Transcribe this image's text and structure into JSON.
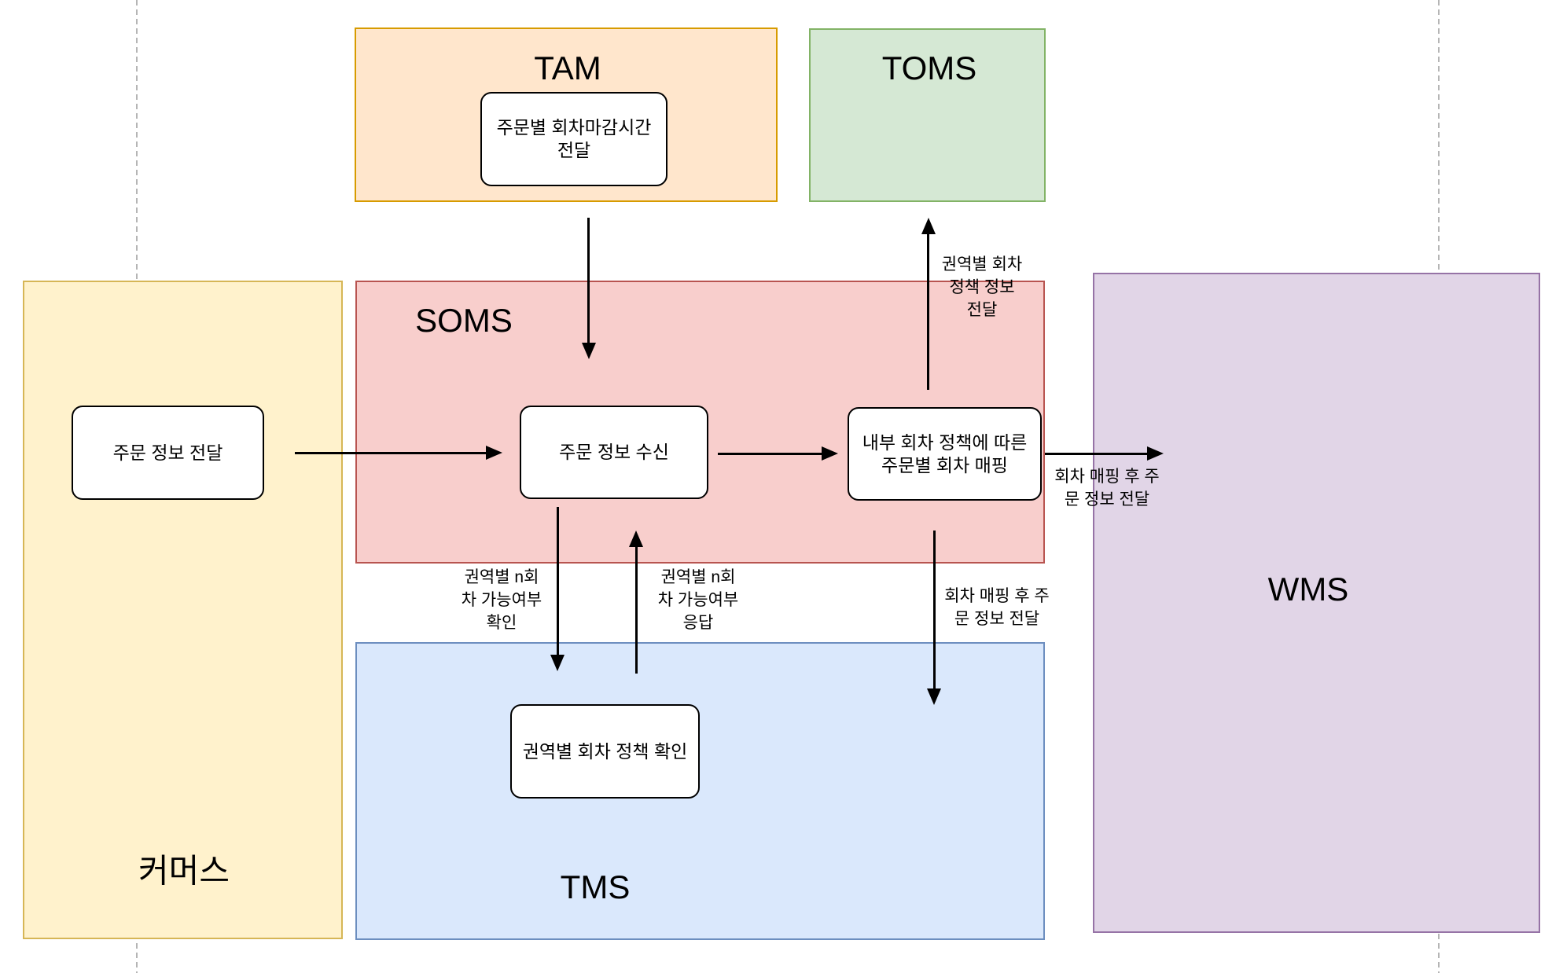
{
  "diagram": {
    "systems": {
      "tam": {
        "label": "TAM"
      },
      "toms": {
        "label": "TOMS"
      },
      "commerce": {
        "label": "커머스"
      },
      "soms": {
        "label": "SOMS"
      },
      "tms": {
        "label": "TMS"
      },
      "wms": {
        "label": "WMS"
      }
    },
    "nodes": {
      "tam_deadline": {
        "label": "주문별 회차마감시간\n전달"
      },
      "commerce_send": {
        "label": "주문 정보 전달"
      },
      "soms_receive": {
        "label": "주문 정보 수신"
      },
      "soms_mapping": {
        "label": "내부 회차 정책에 따른\n주문별 회차 매핑"
      },
      "tms_check_policy": {
        "label": "권역별 회차 정책 확인"
      }
    },
    "edge_labels": {
      "policy_to_toms": "권역별 회차\n정책 정보\n전달",
      "order_to_wms": "회차 매핑 후 주\n문 정보 전달",
      "check_rounds": "권역별 n회\n차 가능여부\n확인",
      "rounds_reply": "권역별 n회\n차 가능여부\n응답",
      "order_to_tms": "회차 매핑 후 주\n문 정보 전달"
    },
    "colors": {
      "tam_fill": "#FFE6CC",
      "tam_stroke": "#D79B00",
      "toms_fill": "#D5E8D4",
      "toms_stroke": "#82B366",
      "commerce_fill": "#FFF2CC",
      "commerce_stroke": "#D6B656",
      "soms_fill": "#F8CECC",
      "soms_stroke": "#B85450",
      "tms_fill": "#DAE8FC",
      "tms_stroke": "#6C8EBF",
      "wms_fill": "#E1D5E7",
      "wms_stroke": "#9673A6",
      "divider": "#b5b5b5",
      "arrow": "#000000"
    }
  }
}
